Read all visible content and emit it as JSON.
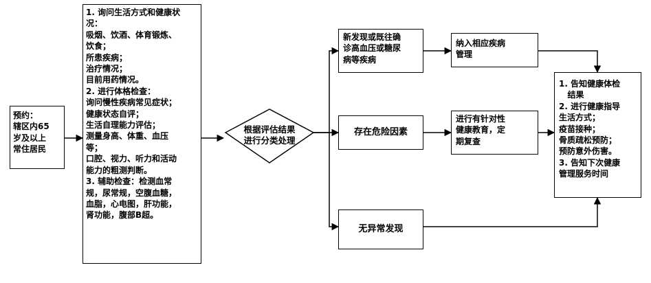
{
  "appointment": {
    "lines": [
      "预约：",
      "辖区内65",
      "岁及以上",
      "常住居民"
    ]
  },
  "assessment": {
    "lines": [
      "1. 询问生活方式和健康状",
      "况：",
      "吸烟、饮酒、体育锻炼、",
      "饮食；",
      "所患疾病；",
      "治疗情况；",
      "目前用药情况。",
      "2. 进行体格检查：",
      "询问慢性疾病常见症状；",
      "健康状态自评；",
      "生活自理能力评估；",
      "测量身高、体重、血压",
      "等；",
      "口腔、视力、听力和活动",
      "能力的粗测判断。",
      "3. 辅助检查：检测血常",
      "规，尿常规，空腹血糖，",
      "血脂，心电图，肝功能，",
      "肾功能，腹部B超。"
    ]
  },
  "decision": {
    "lines": [
      "根据评估结果",
      "进行分类处理"
    ]
  },
  "branches": {
    "disease": {
      "lines": [
        "新发现或既往确",
        "诊高血压或糖尿",
        "病等疾病"
      ]
    },
    "risk": {
      "label": "存在危险因素"
    },
    "normal": {
      "label": "无异常发现"
    }
  },
  "actions": {
    "disease_mgmt": {
      "lines": [
        "纳入相应疾病",
        "管理"
      ]
    },
    "education": {
      "lines": [
        "进行有针对性",
        "健康教育，定",
        "期复查"
      ]
    }
  },
  "final": {
    "lines": [
      "1. 告知健康体检",
      "   结果",
      "2. 进行健康指导",
      "生活方式；",
      "疫苗接种；",
      "骨质疏松预防；",
      "预防意外伤害。",
      "3. 告知下次健康",
      "管理服务时间"
    ]
  }
}
